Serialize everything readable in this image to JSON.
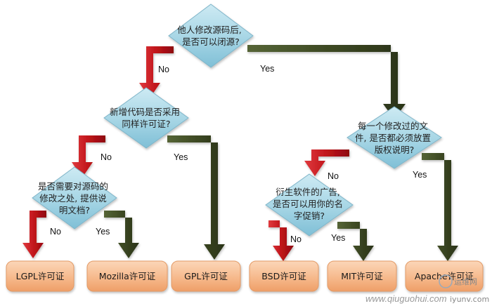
{
  "diagram": {
    "decisions": {
      "d1": [
        "他人修改源码后,",
        "是否可以闭源?"
      ],
      "d2": [
        "新增代码是否采用",
        "同样许可证?"
      ],
      "d3": [
        "是否需要对源码的",
        "修改之处, 提供说",
        "明文档?"
      ],
      "d4": [
        "每一个修改过的文",
        "件, 是否都必须放置",
        "版权说明?"
      ],
      "d5": [
        "衍生软件的广告,",
        "是否可以用你的名",
        "字促销?"
      ]
    },
    "answers": {
      "yes": "Yes",
      "no": "No"
    },
    "licenses": {
      "lgpl": "LGPL许可证",
      "mozilla": "Mozilla许可证",
      "gpl": "GPL许可证",
      "bsd": "BSD许可证",
      "mit": "MIT许可证",
      "apache": "Apache许可证"
    },
    "colors": {
      "no_arrow": "#c0141a",
      "yes_arrow": "#3e4a24",
      "diamond": "#a9d7e6",
      "box": "#f6b98c"
    }
  },
  "watermark": {
    "site": "www.qiuguohui.com",
    "brand": "运维网",
    "brand_sub": "iyunv.com"
  }
}
